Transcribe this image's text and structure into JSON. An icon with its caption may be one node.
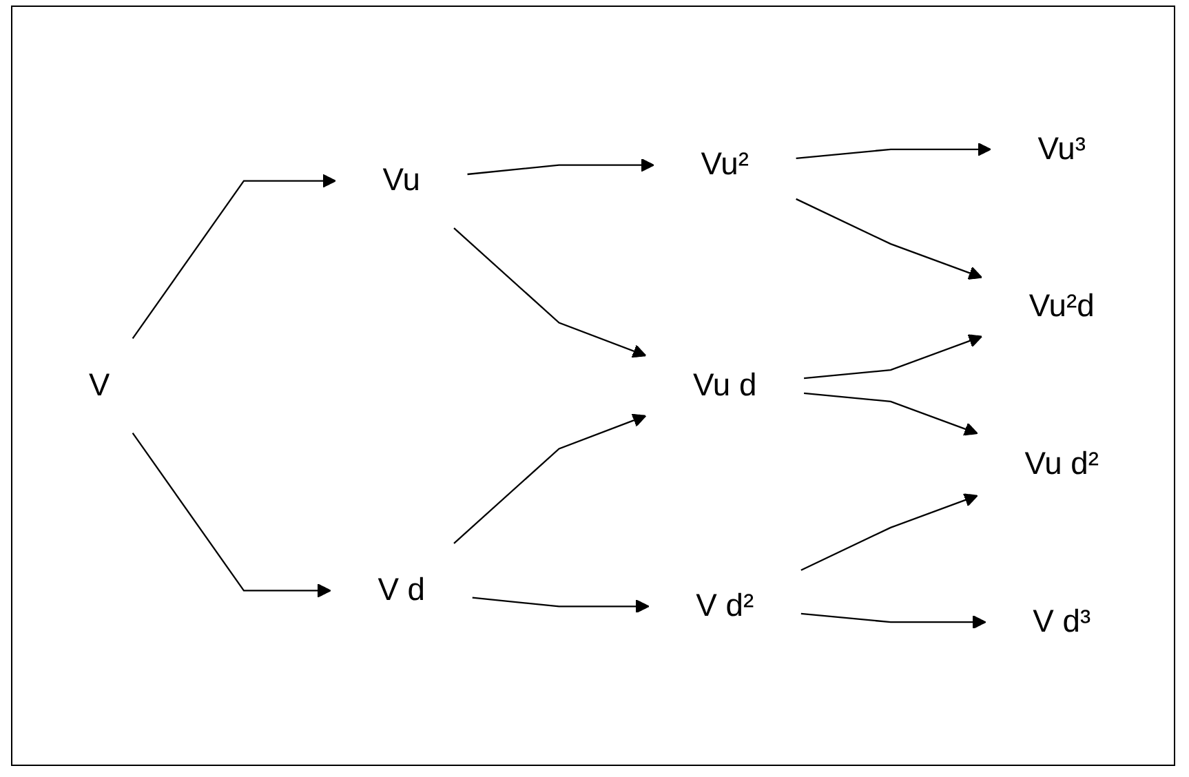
{
  "diagram": {
    "nodes": [
      {
        "text": [
          "V"
        ]
      },
      {
        "text": [
          "Vu"
        ]
      },
      {
        "text": [
          "V d"
        ]
      },
      {
        "text": [
          "Vu²"
        ]
      },
      {
        "text": [
          "Vu d"
        ]
      },
      {
        "text": [
          "V d²"
        ]
      },
      {
        "text": [
          "Vu³"
        ]
      },
      {
        "text": [
          "Vu²d"
        ]
      },
      {
        "text": [
          "Vu d²"
        ]
      },
      {
        "text": [
          "V d³"
        ]
      }
    ],
    "edges": [
      {
        "from": 0,
        "to": 1,
        "arrow": "to"
      },
      {
        "from": 0,
        "to": 2,
        "arrow": "to"
      },
      {
        "from": 1,
        "to": 3,
        "arrow": "to"
      },
      {
        "from": 1,
        "to": 4,
        "arrow": "to"
      },
      {
        "from": 2,
        "to": 4,
        "arrow": "to"
      },
      {
        "from": 2,
        "to": 5,
        "arrow": "to"
      },
      {
        "from": 3,
        "to": 6,
        "arrow": "to"
      },
      {
        "from": 3,
        "to": 7,
        "arrow": "to"
      },
      {
        "from": 4,
        "to": 7,
        "arrow": "to"
      },
      {
        "from": 4,
        "to": 8,
        "arrow": "to"
      },
      {
        "from": 5,
        "to": 8,
        "arrow": "to"
      },
      {
        "from": 5,
        "to": 9,
        "arrow": "to"
      }
    ]
  }
}
